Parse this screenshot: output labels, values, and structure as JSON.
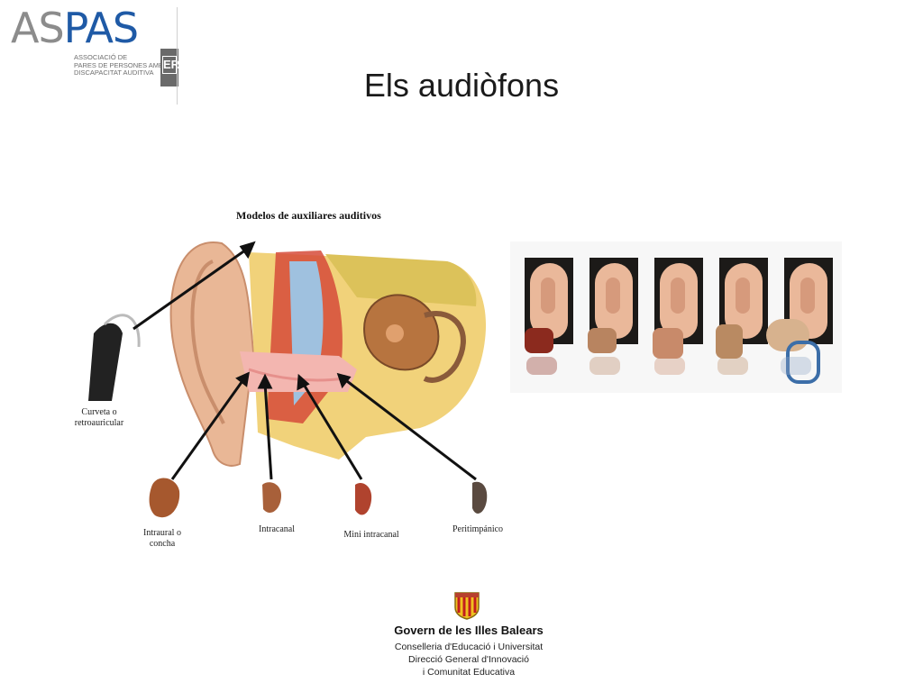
{
  "logo": {
    "as": "AS",
    "pas": "PAS",
    "sub_lines": [
      "ASSOCIACIÓ DE",
      "PARES DE PERSONES AMB",
      "DISCAPACITAT AUDITIVA"
    ],
    "badge": "ER",
    "colors": {
      "as": "#8c8c8c",
      "pas": "#1f5aa6"
    }
  },
  "slide": {
    "title": "Els audiòfons"
  },
  "diagram": {
    "title": "Modelos de auxiliares auditivos",
    "labels": {
      "bte": [
        "Curveta o",
        "retroauricular"
      ],
      "ite": [
        "Intraural o",
        "concha"
      ],
      "itc": "Intracanal",
      "mini": "Mini intracanal",
      "cic": "Peritimpánico"
    }
  },
  "photos": {
    "count": 5,
    "aid_colors": [
      "#8b2a1e",
      "#b88460",
      "#c88a6a",
      "#b98a62",
      "#d7b28e"
    ]
  },
  "govern": {
    "name": "Govern de les Illes Balears",
    "lines": [
      "Conselleria d'Educació i Universitat",
      "Direcció General d'Innovació",
      "i Comunitat Educativa"
    ]
  }
}
